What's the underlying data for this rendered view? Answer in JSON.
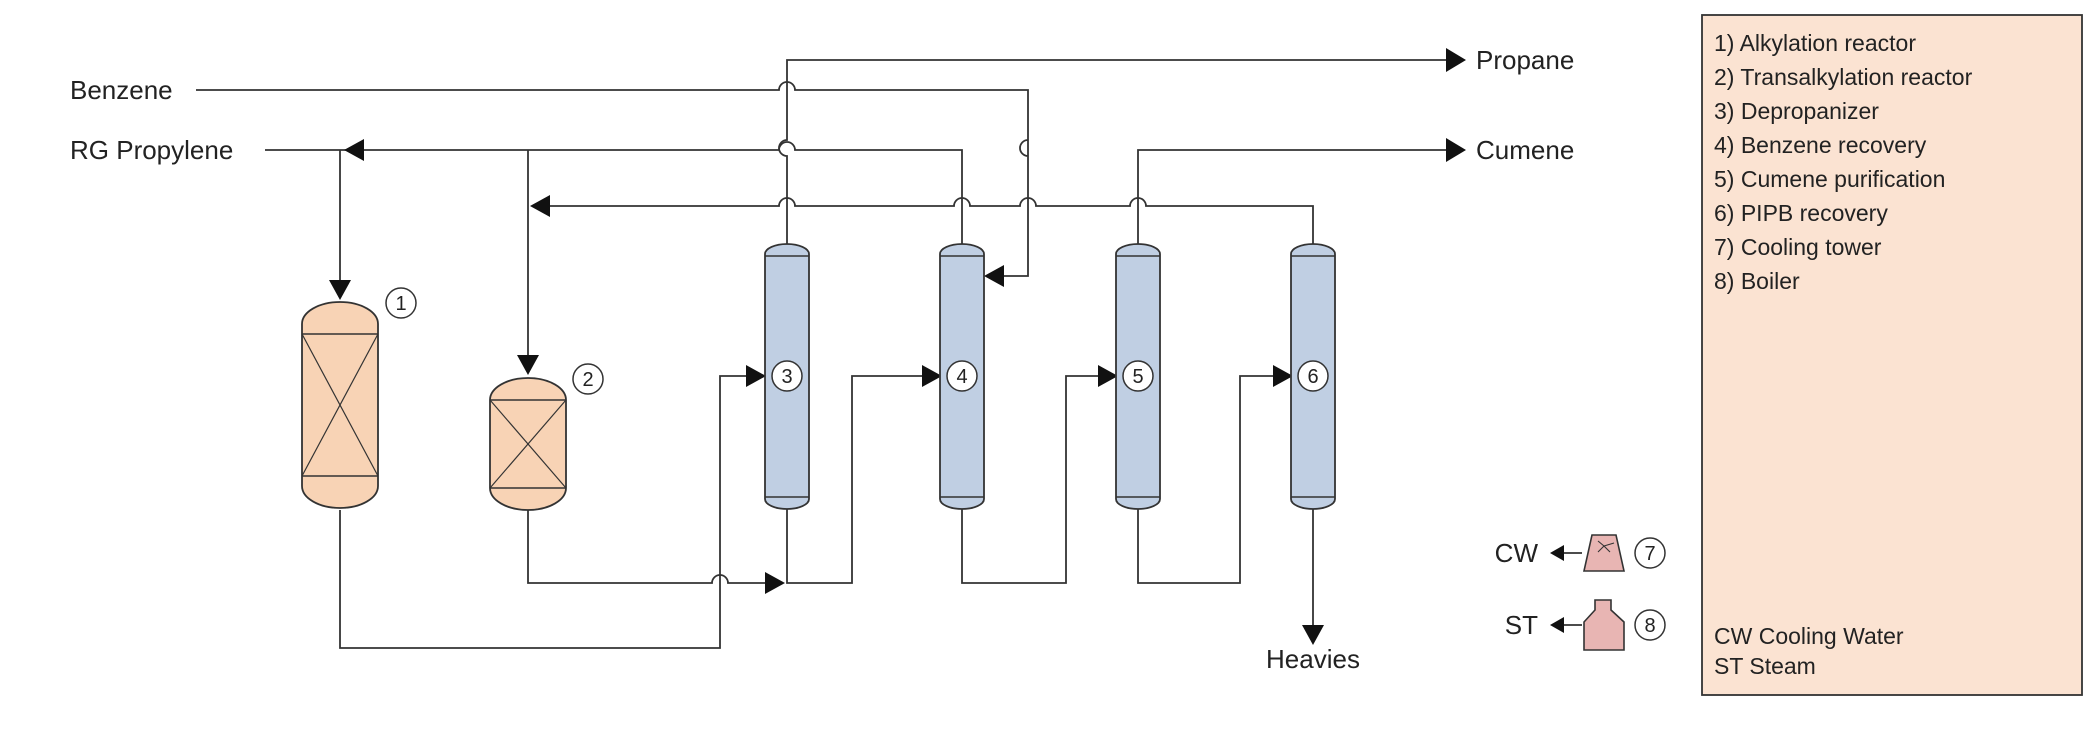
{
  "colors": {
    "reactor_fill": "#f8d3b5",
    "column_fill": "#c0cfe3",
    "utility_fill": "#e8b5b3",
    "legend_fill": "#fbe3d2",
    "line": "#333333"
  },
  "streams": {
    "benzene": "Benzene",
    "rg_propylene": "RG Propylene",
    "propane": "Propane",
    "cumene": "Cumene",
    "heavies": "Heavies",
    "cw": "CW",
    "st": "ST"
  },
  "units": [
    {
      "id": "1",
      "name": "Alkylation reactor",
      "shape": "reactor"
    },
    {
      "id": "2",
      "name": "Transalkylation reactor",
      "shape": "reactor"
    },
    {
      "id": "3",
      "name": "Depropanizer",
      "shape": "column"
    },
    {
      "id": "4",
      "name": "Benzene recovery",
      "shape": "column"
    },
    {
      "id": "5",
      "name": "Cumene purification",
      "shape": "column"
    },
    {
      "id": "6",
      "name": "PIPB recovery",
      "shape": "column"
    },
    {
      "id": "7",
      "name": "Cooling tower",
      "shape": "cooling-tower-icon"
    },
    {
      "id": "8",
      "name": "Boiler",
      "shape": "boiler-icon"
    }
  ],
  "legend": {
    "items": [
      "1) Alkylation reactor",
      "2) Transalkylation reactor",
      "3) Depropanizer",
      "4) Benzene recovery",
      "5) Cumene purification",
      "6) PIPB recovery",
      "7) Cooling tower",
      "8) Boiler"
    ],
    "abbreviations": [
      "CW Cooling Water",
      "ST Steam"
    ]
  }
}
